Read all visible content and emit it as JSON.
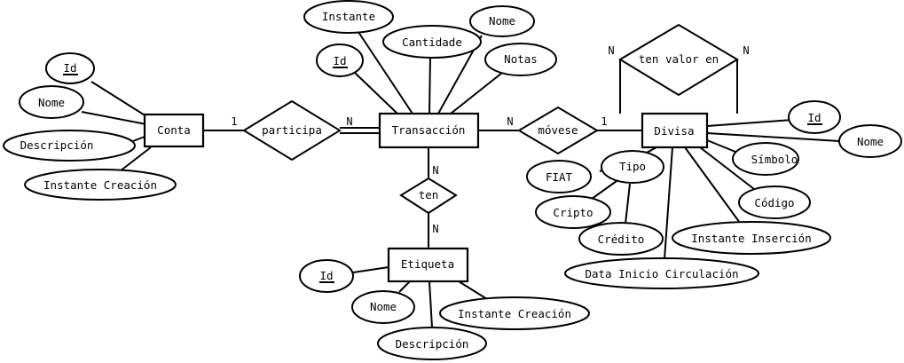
{
  "entities": {
    "conta": "Conta",
    "transaccion": "Transacción",
    "divisa": "Divisa",
    "etiqueta": "Etiqueta"
  },
  "relationships": {
    "participa": "participa",
    "movese": "móvese",
    "ten": "ten",
    "ten_valor_en": "ten valor en"
  },
  "attributes": {
    "conta": {
      "id": "Id",
      "nome": "Nome",
      "descripcion": "Descripción",
      "instante_creacion": "Instante Creación"
    },
    "transaccion": {
      "instante": "Instante",
      "id": "Id",
      "cantidade": "Cantidade",
      "nome": "Nome",
      "notas": "Notas"
    },
    "divisa": {
      "id": "Id",
      "nome": "Nome",
      "simbolo": "Símbolo",
      "codigo": "Código",
      "instante_insercion": "Instante Inserción",
      "data_inicio_circulacion": "Data Inicio Circulación",
      "tipo": "Tipo",
      "fiat": "FIAT",
      "cripto": "Cripto",
      "credito": "Crédito"
    },
    "etiqueta": {
      "id": "Id",
      "nome": "Nome",
      "instante_creacion": "Instante Creación",
      "descripcion": "Descripción"
    }
  },
  "cardinalities": {
    "conta_participa": "1",
    "participa_transaccion": "N",
    "transaccion_movese": "N",
    "movese_divisa": "1",
    "transaccion_ten": "N",
    "ten_etiqueta": "N",
    "ten_valor_en_left": "N",
    "ten_valor_en_right": "N"
  }
}
